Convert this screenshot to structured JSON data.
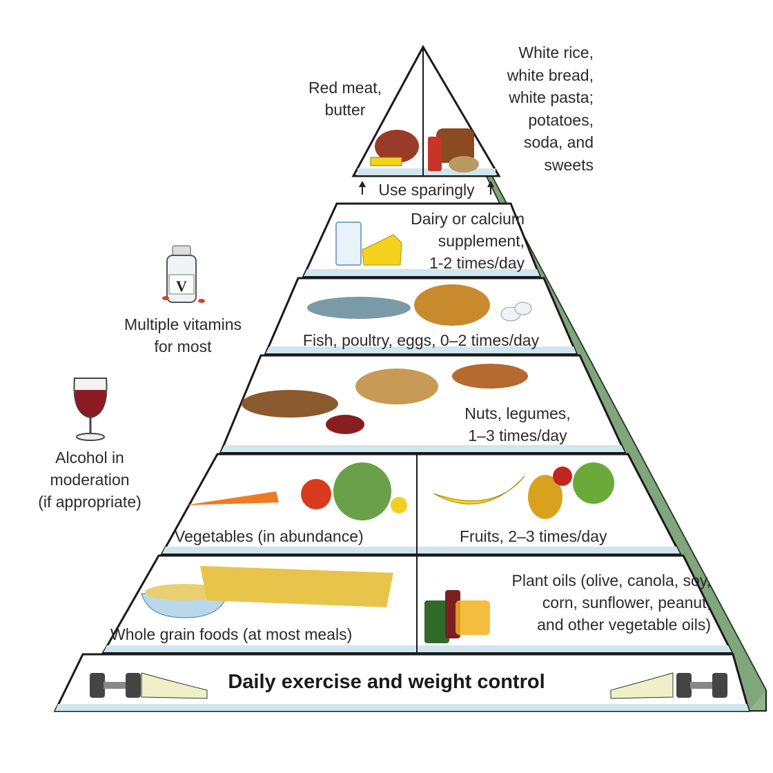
{
  "top_tier": {
    "left_label": "Red meat,\nbutter",
    "right_label": "White rice,\nwhite bread,\nwhite pasta;\npotatoes,\nsoda, and\nsweets",
    "note": "Use sparingly"
  },
  "tiers": [
    {
      "label": "Dairy or calcium\nsupplement,\n1-2 times/day"
    },
    {
      "label": "Fish, poultry, eggs, 0–2 times/day"
    },
    {
      "label": "Nuts, legumes,\n1–3 times/day"
    },
    {
      "label_left": "Vegetables (in abundance)",
      "label_right": "Fruits, 2–3 times/day"
    },
    {
      "label_left": "Whole grain foods (at most meals)",
      "label_right": "Plant oils (olive, canola, soy,\ncorn, sunflower, peanut,\nand other vegetable oils)"
    }
  ],
  "base": {
    "label": "Daily exercise and weight control"
  },
  "side_notes": {
    "vitamins": "Multiple vitamins\nfor most",
    "vitamin_bottle_letter": "V",
    "alcohol": "Alcohol in\nmoderation\n(if appropriate)"
  },
  "colors": {
    "side_face": "#8fb58a",
    "edge_strip": "#cfe6ee",
    "outline": "#1a1a1a"
  }
}
